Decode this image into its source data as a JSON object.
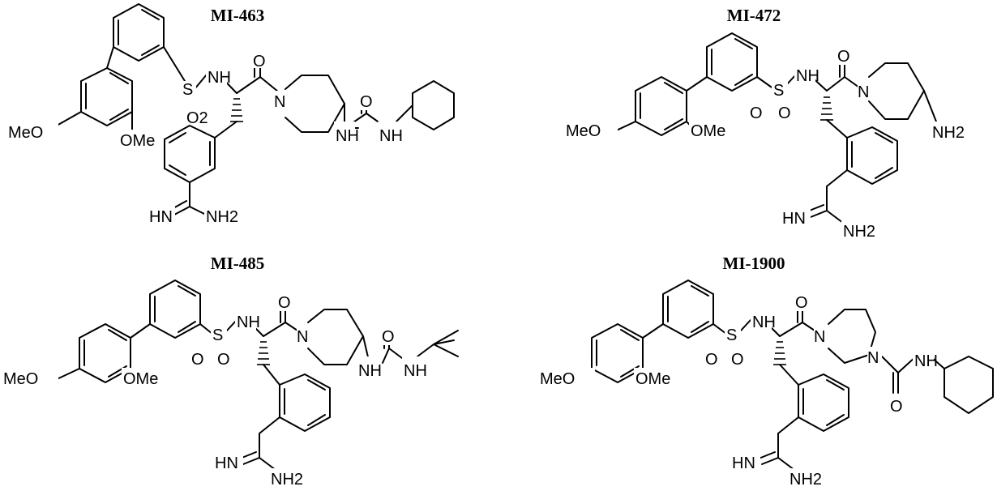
{
  "compounds": [
    {
      "name": "MI-463",
      "labels": {
        "methoxy_para": "MeO",
        "methoxy_ortho": "OMe",
        "sulfonyl_s": "S",
        "sulfonyl_o2": "O2",
        "sulfonamide_nh": "NH",
        "carbonyl_o": "O",
        "piperidine_n": "N",
        "urea_nh1": "NH",
        "urea_o": "O",
        "urea_nh2": "NH",
        "amidine_imine": "HN",
        "amidine_amine": "NH2"
      }
    },
    {
      "name": "MI-472",
      "labels": {
        "methoxy_para": "MeO",
        "methoxy_ortho": "OMe",
        "sulfonyl_s": "S",
        "sulfonyl_o1": "O",
        "sulfonyl_o2": "O",
        "sulfonamide_nh": "NH",
        "carbonyl_o": "O",
        "piperidine_n": "N",
        "amino": "NH2",
        "amidine_imine": "HN",
        "amidine_amine": "NH2"
      }
    },
    {
      "name": "MI-485",
      "labels": {
        "methoxy_para": "MeO",
        "methoxy_ortho": "OMe",
        "sulfonyl_s": "S",
        "sulfonyl_o1": "O",
        "sulfonyl_o2": "O",
        "sulfonamide_nh": "NH",
        "carbonyl_o": "O",
        "piperidine_n": "N",
        "urea_nh1": "NH",
        "urea_o": "O",
        "urea_nh2": "NH",
        "amidine_imine": "HN",
        "amidine_amine": "NH2"
      }
    },
    {
      "name": "MI-1900",
      "labels": {
        "methoxy_para": "MeO",
        "methoxy_ortho": "OMe",
        "sulfonyl_s": "S",
        "sulfonyl_o1": "O",
        "sulfonyl_o2": "O",
        "sulfonamide_nh": "NH",
        "carbonyl_o": "O",
        "piperazine_n1": "N",
        "piperazine_n4": "N",
        "urea_nh": "NH",
        "urea_o": "O",
        "amidine_imine": "HN",
        "amidine_amine": "NH2"
      }
    }
  ]
}
